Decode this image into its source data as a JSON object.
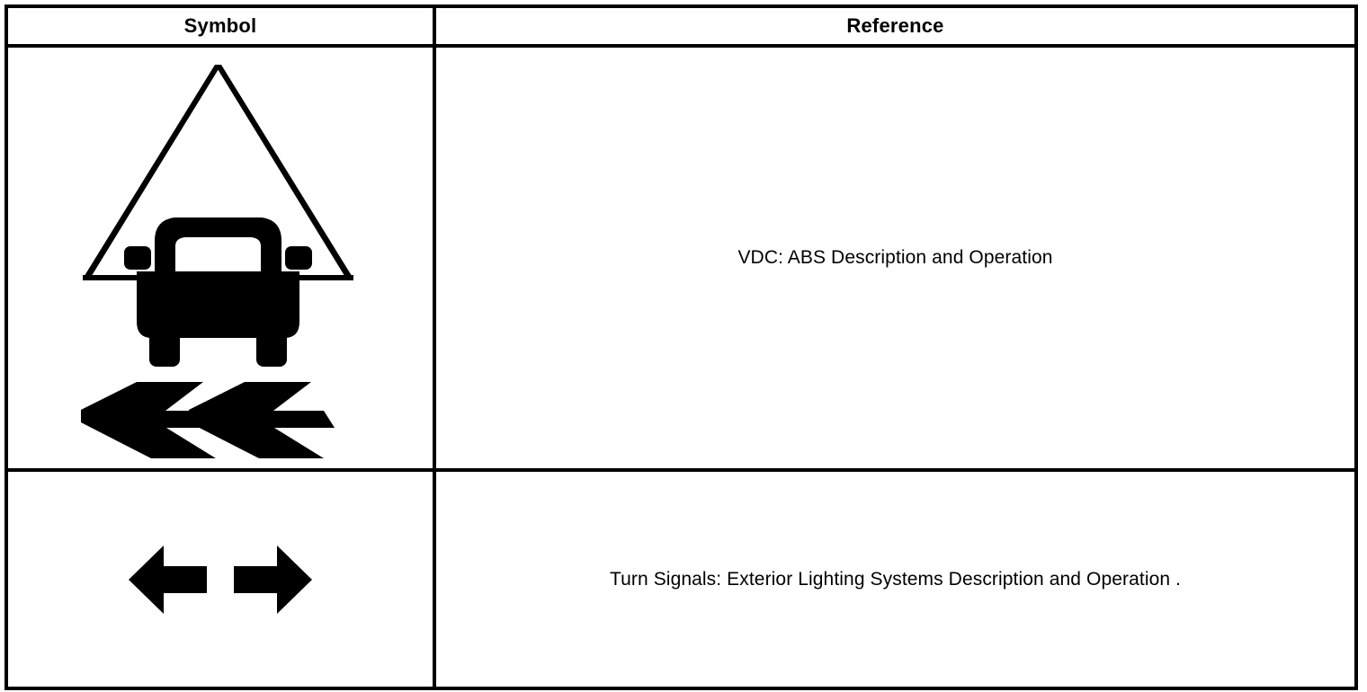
{
  "table": {
    "columns": [
      {
        "key": "symbol",
        "label": "Symbol"
      },
      {
        "key": "reference",
        "label": "Reference"
      }
    ],
    "rows": [
      {
        "symbol_name": "vdc-abs-warning-symbol",
        "symbol_description": "Warning triangle with car and skid marks (VDC / slip indicator)",
        "reference": "VDC: ABS Description and Operation"
      },
      {
        "symbol_name": "turn-signal-symbol",
        "symbol_description": "Left and right pointing arrows (turn signal indicator)",
        "reference": "Turn Signals: Exterior Lighting Systems Description and Operation ."
      }
    ]
  },
  "colors": {
    "ink": "#000000",
    "paper": "#ffffff"
  }
}
